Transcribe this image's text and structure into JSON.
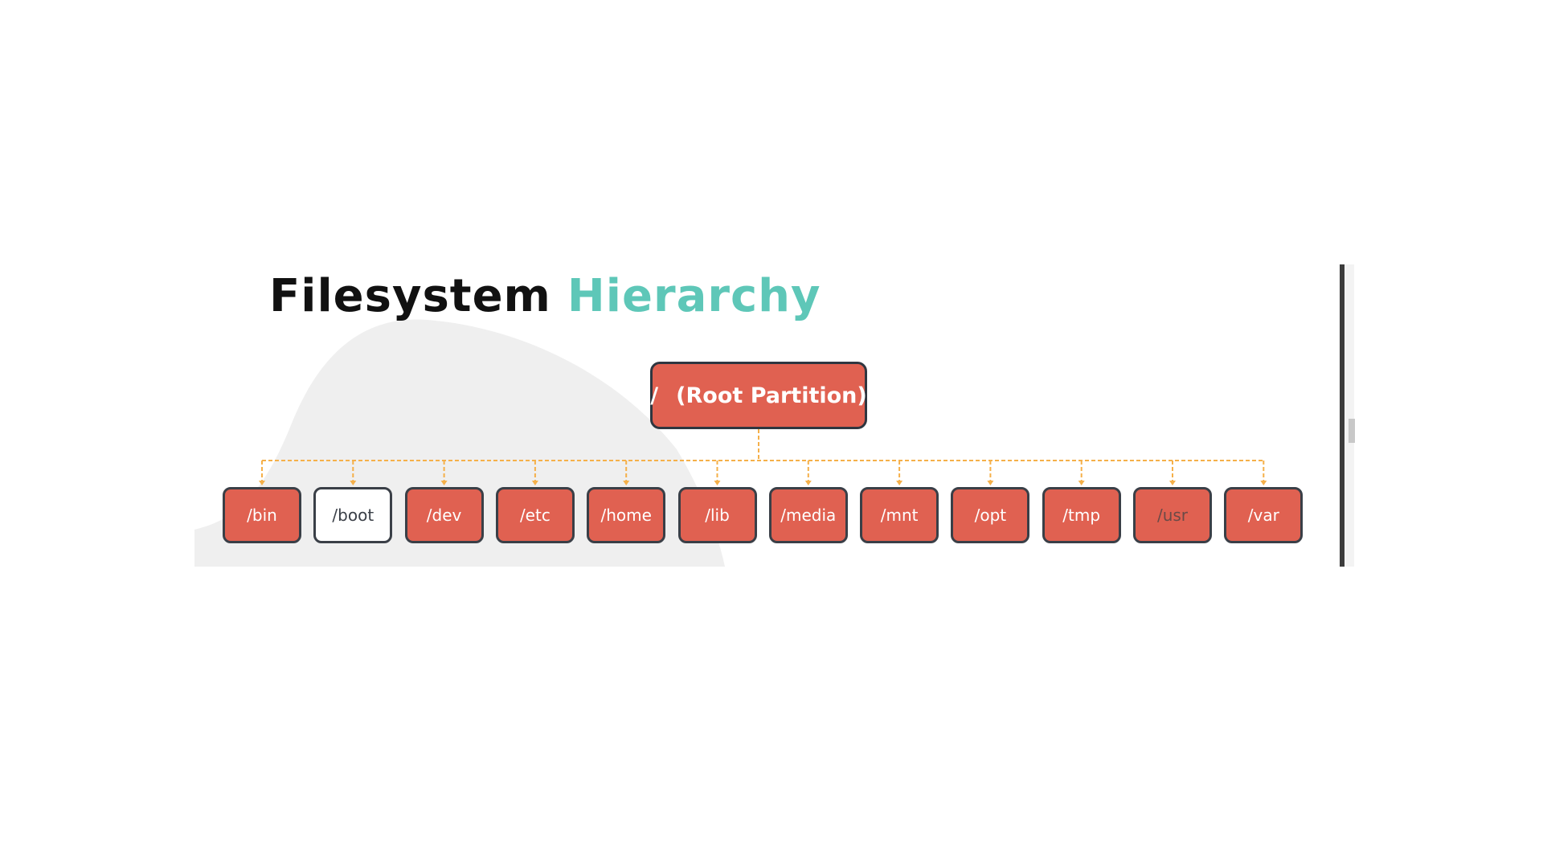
{
  "title": {
    "part1": "Filesystem",
    "part2": "Hierarchy"
  },
  "root": {
    "slash": "/",
    "label": "(Root Partition)"
  },
  "children": [
    {
      "label": "/bin",
      "selected": false
    },
    {
      "label": "/boot",
      "selected": true
    },
    {
      "label": "/dev",
      "selected": false
    },
    {
      "label": "/etc",
      "selected": false
    },
    {
      "label": "/home",
      "selected": false
    },
    {
      "label": "/lib",
      "selected": false
    },
    {
      "label": "/media",
      "selected": false
    },
    {
      "label": "/mnt",
      "selected": false
    },
    {
      "label": "/opt",
      "selected": false
    },
    {
      "label": "/tmp",
      "selected": false
    },
    {
      "label": "/usr",
      "selected": false
    },
    {
      "label": "/var",
      "selected": false
    }
  ],
  "colors": {
    "node": "#e06151",
    "node_border": "#2f3640",
    "title_dark": "#111111",
    "title_accent": "#5ec7b8",
    "connector": "#f5b04a",
    "blob": "#efefef",
    "selected_bg": "#ffffff"
  }
}
